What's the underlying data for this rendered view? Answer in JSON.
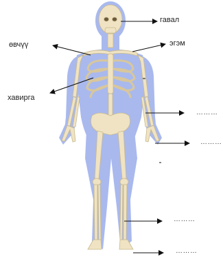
{
  "labels": {
    "skull": "гавал",
    "collarbone": "өвчүү",
    "scapula": "эгэм",
    "ribs": "хавирга"
  },
  "blanks": [
    "………",
    "………",
    "………",
    "………"
  ],
  "colors": {
    "body_silhouette": "#a9b9ee",
    "bone": "#efe3c3",
    "bone_outline": "#c9b98d",
    "arrow": "#111111"
  }
}
